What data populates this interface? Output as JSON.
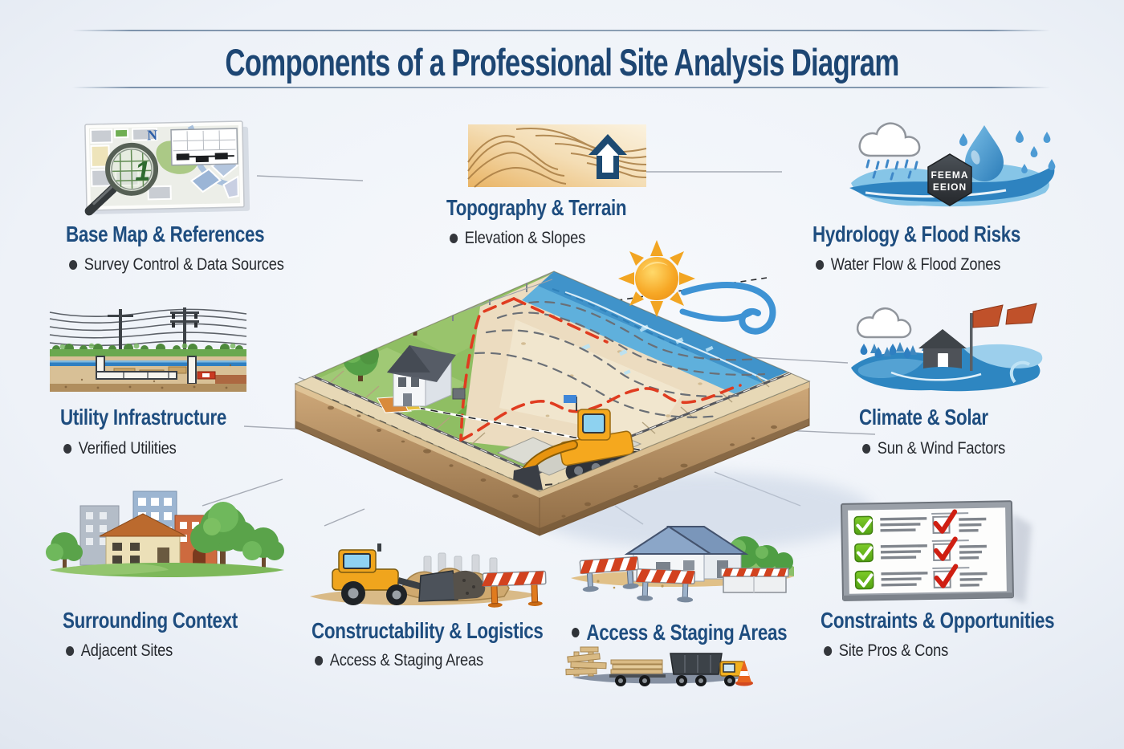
{
  "title": "Components of a Professional Site Analysis Diagram",
  "sections": [
    {
      "id": "base_map",
      "title": "Base Map & References",
      "bullet": "Survey Control & Data Sources",
      "icon": "map-magnifier-icon",
      "map_labels": {
        "north": "N",
        "detail": "1"
      }
    },
    {
      "id": "topography",
      "title": "Topography & Terrain",
      "bullet": "Elevation & Slopes",
      "icon": "contour-lines-arrow-icon"
    },
    {
      "id": "hydrology",
      "title": "Hydrology & Flood Risks",
      "bullet": "Water Flow & Flood Zones",
      "icon": "rain-cloud-flood-icon",
      "badge": {
        "line1": "FEEMA",
        "line2": "EEION"
      }
    },
    {
      "id": "utility",
      "title": "Utility Infrastructure",
      "bullet": "Verified Utilities",
      "icon": "utilities-cross-section-icon"
    },
    {
      "id": "climate",
      "title": "Climate & Solar",
      "bullet": "Sun & Wind Factors",
      "icon": "rain-windsock-flood-house-icon"
    },
    {
      "id": "surrounding",
      "title": "Surrounding Context",
      "bullet": "Adjacent Sites",
      "icon": "neighborhood-buildings-icon"
    },
    {
      "id": "constructability",
      "title": "Constructability & Logistics",
      "bullet": "Access & Staging Areas",
      "icon": "wheel-loader-barrier-icon"
    },
    {
      "id": "access",
      "title": "Access & Staging Areas",
      "icon": "house-barricades-icon",
      "icon2": "trucks-traffic-cone-icon"
    },
    {
      "id": "constraints",
      "title": "Constraints & Opportunities",
      "bullet": "Site Pros & Cons",
      "icon": "pros-cons-checklist-icon"
    }
  ],
  "center_illustration": {
    "name": "isometric-site-plan",
    "features": [
      "grass lot with trees",
      "white house",
      "contour graded dirt area",
      "red dashed setback lines",
      "yellow excavator with blue flag",
      "orange barricade",
      "concrete pads",
      "river along upper-right edge",
      "sun",
      "wind swirl",
      "sidewalks and soil cross-section"
    ]
  },
  "colors": {
    "title_navy": "#1d4673",
    "heading_navy": "#1e4d7f",
    "body_text": "#26292e",
    "connector_gray": "#a6abb5",
    "background": "#eef2f8",
    "grass": "#8fbe63",
    "dirt": "#ecdcc0",
    "water": "#5fb0dc",
    "soil": "#b08f61",
    "sun_orange": "#f39c1b",
    "red_dash": "#e03c20"
  }
}
